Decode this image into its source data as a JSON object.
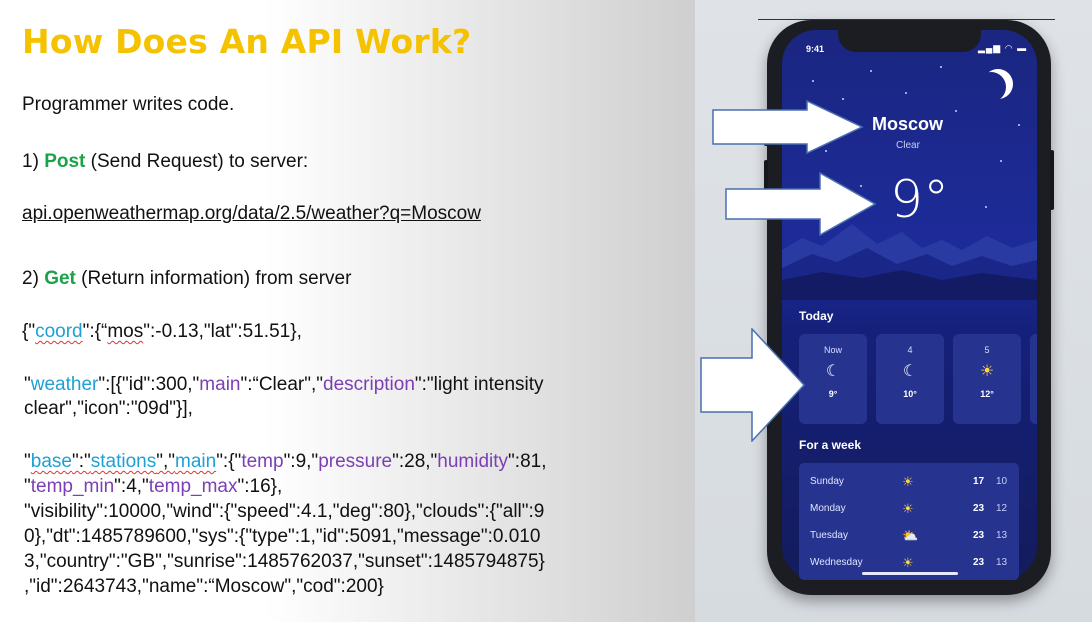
{
  "slide": {
    "title": "How Does An API Work?",
    "intro": "Programmer writes code.",
    "step1_prefix": "1) ",
    "step1_keyword": "Post",
    "step1_rest": " (Send Request) to server:",
    "url": "api.openweathermap.org/data/2.5/weather?q=Moscow",
    "step2_prefix": "2) ",
    "step2_keyword": "Get",
    "step2_rest": " (Return information) from server",
    "json": {
      "l1_a": "{\"",
      "l1_coord": "coord",
      "l1_b": "\":{“",
      "l1_mos": "mos",
      "l1_c": "\":-0.13,\"lat\":51.51},",
      "l2_a": "\"",
      "l2_weather": "weather",
      "l2_b": "\":[{\"id\":300,\"",
      "l2_main": "main",
      "l2_c": "\":“Clear\",\"",
      "l2_desc": "description",
      "l2_d": "\":\"light intensity",
      "l3": "clear\",\"icon\":\"09d\"}],",
      "l4_a": "\"",
      "l4_base": "base",
      "l4_b": "\":\"",
      "l4_stations": "stations",
      "l4_c": "\",\"",
      "l4_main": "main",
      "l4_d": "\":{\"",
      "l4_temp": "temp",
      "l4_e": "\":9,\"",
      "l4_pressure": "pressure",
      "l4_f": "\":28,\"",
      "l4_humidity": "humidity",
      "l4_g": "\":81,",
      "l5_a": "\"",
      "l5_tmin": "temp_min",
      "l5_b": "\":4,\"",
      "l5_tmax": "temp_max",
      "l5_c": "\":16},",
      "l6": "\"visibility\":10000,\"wind\":{\"speed\":4.1,\"deg\":80},\"clouds\":{\"all\":9",
      "l7": "0},\"dt\":1485789600,\"sys\":{\"type\":1,\"id\":5091,\"message\":0.010",
      "l8": "3,\"country\":\"GB\",\"sunrise\":1485762037,\"sunset\":1485794875}",
      "l9": ",\"id\":2643743,\"name\":“Moscow\",\"cod\":200}"
    }
  },
  "phone": {
    "time": "9:41",
    "status_icons": "▂▄▆ ◠ ▬",
    "city": "Moscow",
    "condition": "Clear",
    "temperature": "9°",
    "today_label": "Today",
    "hourly": [
      {
        "time": "Now",
        "icon": "moon-icon",
        "glyph": "☾",
        "temp": "9°"
      },
      {
        "time": "4",
        "icon": "moon-icon",
        "glyph": "☾",
        "temp": "10°"
      },
      {
        "time": "5",
        "icon": "sun-icon",
        "glyph": "☀",
        "temp": "12°"
      }
    ],
    "week_label": "For a week",
    "weekly": [
      {
        "day": "Sunday",
        "icon": "sun-icon",
        "glyph": "☀",
        "high": "17",
        "low": "10"
      },
      {
        "day": "Monday",
        "icon": "sun-icon",
        "glyph": "☀",
        "high": "23",
        "low": "12"
      },
      {
        "day": "Tuesday",
        "icon": "partly-cloudy-icon",
        "glyph": "⛅",
        "high": "23",
        "low": "13"
      },
      {
        "day": "Wednesday",
        "icon": "sun-icon",
        "glyph": "☀",
        "high": "23",
        "low": "13"
      }
    ]
  },
  "colors": {
    "title": "#f5c200",
    "keyword_green": "#1aa34a",
    "json_key_blue": "#1ea0d6",
    "json_key_purple": "#7b3fb3",
    "screen_bg": "#1d2b9a"
  }
}
